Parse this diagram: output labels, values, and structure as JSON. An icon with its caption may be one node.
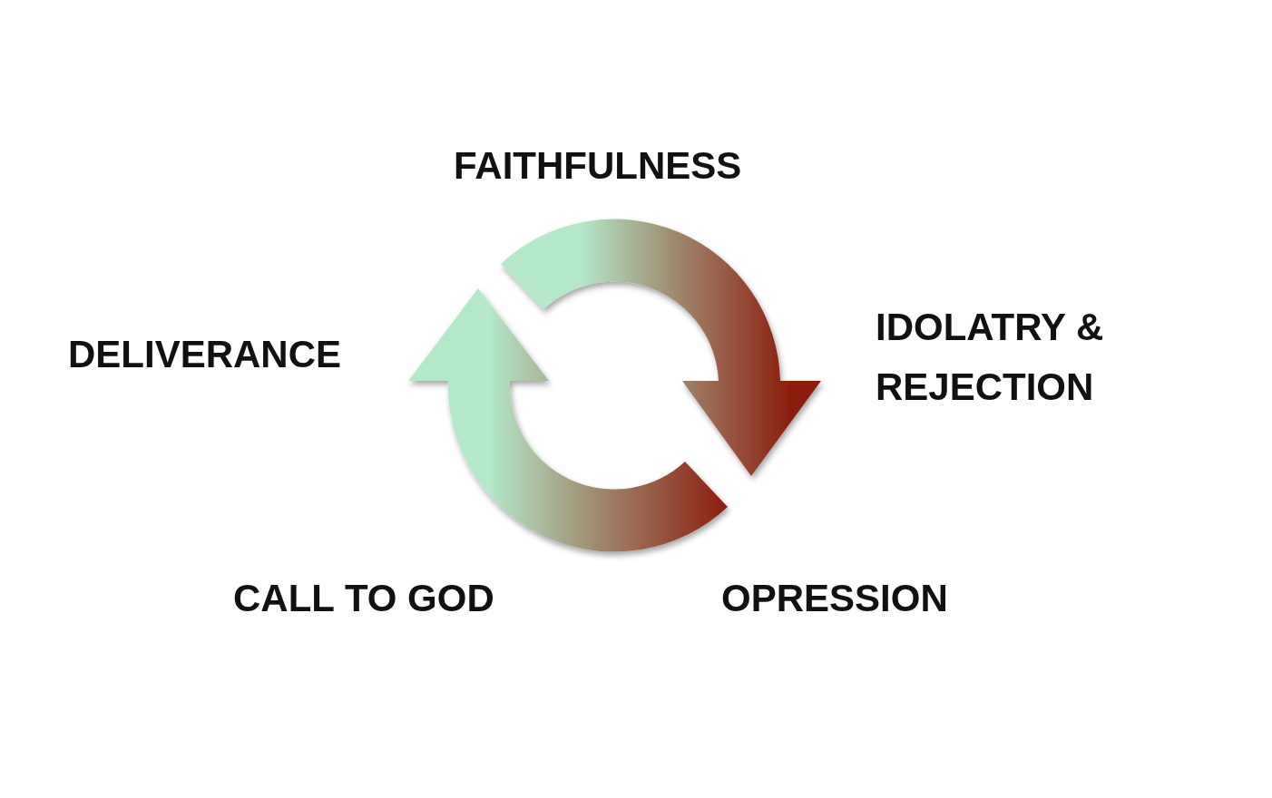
{
  "diagram": {
    "labels": [
      "FAITHFULNESS",
      "IDOLATRY & REJECTION",
      "DELIVERANCE",
      "CALL TO GOD",
      "OPRESSION"
    ]
  }
}
